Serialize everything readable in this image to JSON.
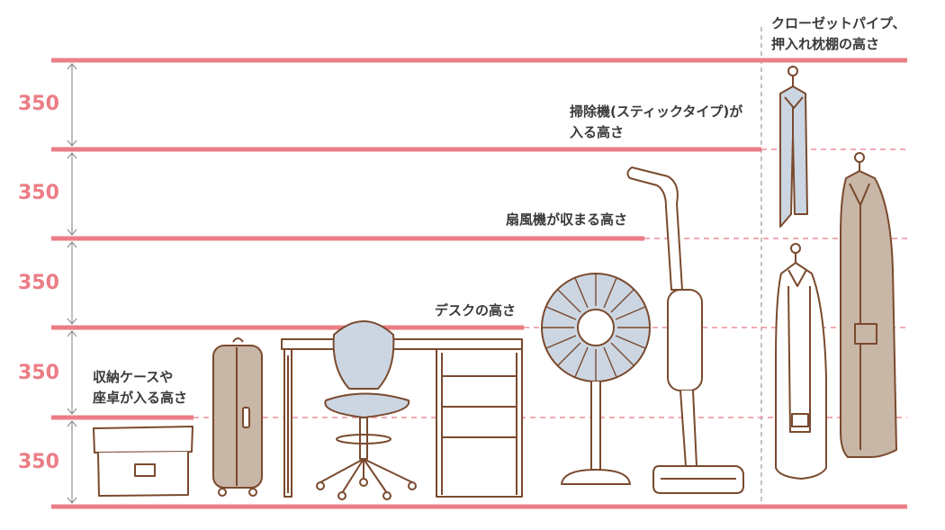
{
  "colors": {
    "level_line": "#ec7d86",
    "dashed_line": "#ef8f98",
    "outline": "#7a4a2e",
    "light_blue": "#ccd6e2",
    "tan": "#c8b6a6",
    "dim_arrow": "#8a8a8a",
    "text": "#3a3a3a"
  },
  "dimensions": [
    "350",
    "350",
    "350",
    "350",
    "350"
  ],
  "notes": {
    "closet": {
      "line1": "クローゼットパイプ、",
      "line2": "押入れ枕棚の高さ"
    },
    "vacuum": {
      "line1": "掃除機(スティックタイプ)が",
      "line2": "入る高さ"
    },
    "fan": {
      "line1": "扇風機が収まる高さ"
    },
    "desk": {
      "line1": "デスクの高さ"
    },
    "storage": {
      "line1": "収納ケースや",
      "line2": "座卓が入る高さ"
    }
  },
  "icons": [
    "storage-box-icon",
    "suitcase-icon",
    "desk-icon",
    "office-chair-icon",
    "electric-fan-icon",
    "stick-vacuum-icon",
    "hanging-suit-icon",
    "hanging-shirt-icon",
    "hanging-coat-icon"
  ]
}
